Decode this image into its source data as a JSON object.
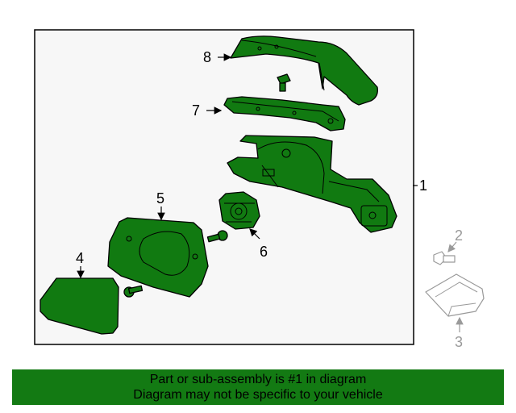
{
  "callouts": {
    "c1": "1",
    "c2": "2",
    "c3": "3",
    "c4": "4",
    "c5": "5",
    "c6": "6",
    "c7": "7",
    "c8": "8"
  },
  "footer": {
    "line1": "Part or sub-assembly is #1 in diagram",
    "line2": "Diagram may not be specific to your vehicle"
  },
  "colors": {
    "part_fill": "#117a11",
    "footer_bg": "#137a13",
    "aux_part": "#9a9a9a"
  }
}
